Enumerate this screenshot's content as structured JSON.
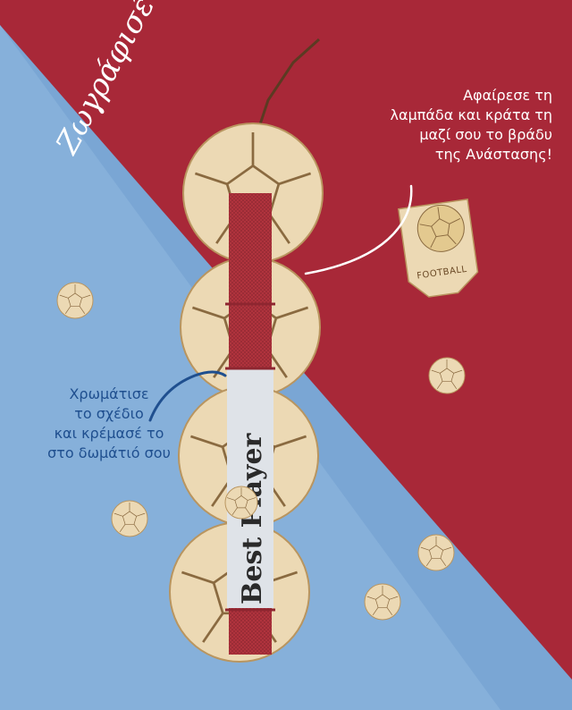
{
  "photo": {
    "script_title": "Ζωγράφισέ με!",
    "caption_right": "Αφαίρεσε τη\nλαμπάδα και κράτα τη\nμαζί σου το βράδυ\nτης Ανάστασης!",
    "caption_left": "Χρωμάτισε\nτο σχέδιο\nκαι κρέμασέ το\nστο δωμάτιό σου",
    "tag_label": "FOOTBALL",
    "candle_label": "Best Player",
    "colors": {
      "background_red": "#a82838",
      "background_blue": "#7aa6d4",
      "wood": "#ecd9b4",
      "candle": "#b2343e",
      "ink_blue": "#1f4f8f"
    }
  }
}
